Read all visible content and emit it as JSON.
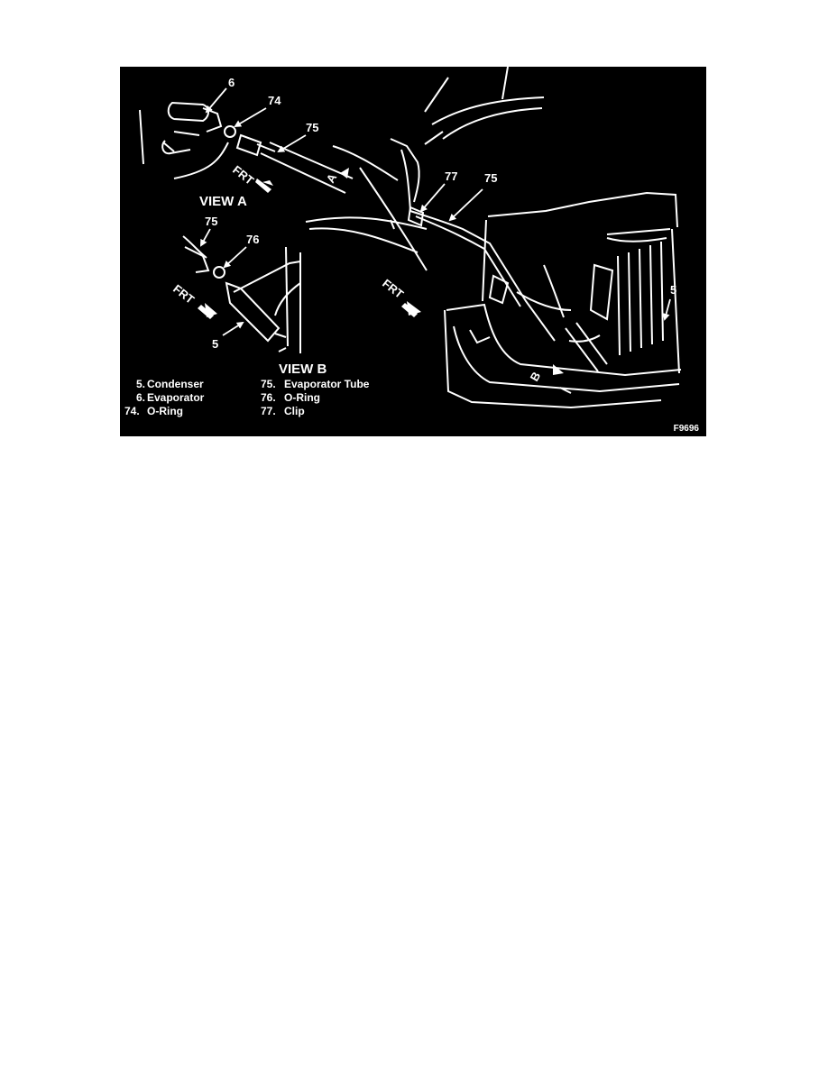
{
  "figure_code": "F9696",
  "views": {
    "a": "VIEW A",
    "b": "VIEW B"
  },
  "callouts": {
    "view_a": [
      "6",
      "74",
      "75"
    ],
    "view_b": [
      "75",
      "76",
      "5"
    ],
    "main": [
      "77",
      "75",
      "5"
    ],
    "view_markers": [
      "A",
      "B"
    ]
  },
  "direction_label": "FRT",
  "legend_left": [
    {
      "num": "5.",
      "text": "Condenser"
    },
    {
      "num": "6.",
      "text": "Evaporator"
    },
    {
      "num": "74.",
      "text": "O-Ring"
    }
  ],
  "legend_right": [
    {
      "num": "75.",
      "text": "Evaporator Tube"
    },
    {
      "num": "76.",
      "text": "O-Ring"
    },
    {
      "num": "77.",
      "text": "Clip"
    }
  ],
  "colors": {
    "background": "#000000",
    "linework": "#ffffff",
    "page": "#ffffff"
  }
}
